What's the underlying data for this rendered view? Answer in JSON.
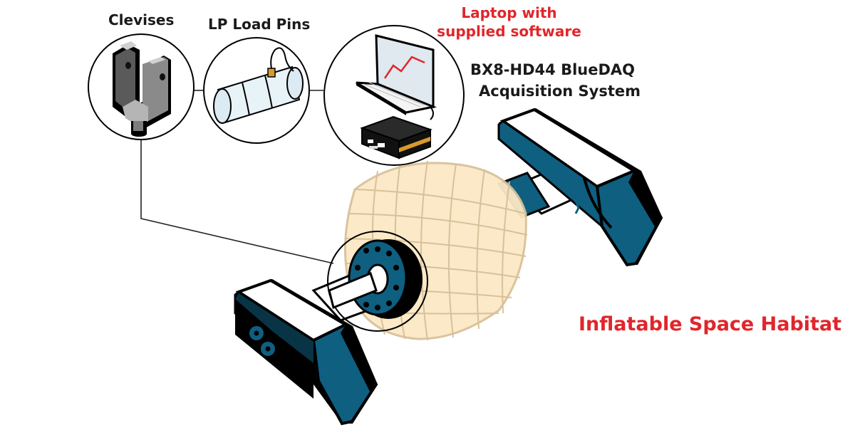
{
  "labels": {
    "clevises": "Clevises",
    "load_pins": "LP Load Pins",
    "laptop_line1": "Laptop with",
    "laptop_line2": "supplied software",
    "daq_line1": "BX8-HD44 BlueDAQ",
    "daq_line2": "Acquisition System",
    "habitat": "Inflatable Space Habitat"
  },
  "colors": {
    "text_dark": "#1a1a1a",
    "text_red": "#e0262b",
    "fixture_teal": "#0f5f80",
    "fixture_black": "#000000",
    "habitat_fill": "#fbe8c6",
    "habitat_grid": "#d8c19a",
    "daq_accent": "#d89a2a",
    "screen_fill": "#dfe9ef",
    "graph_line": "#e0262b"
  },
  "icons": [
    "clevis-icon",
    "load-pin-icon",
    "laptop-icon",
    "daq-box-icon"
  ]
}
